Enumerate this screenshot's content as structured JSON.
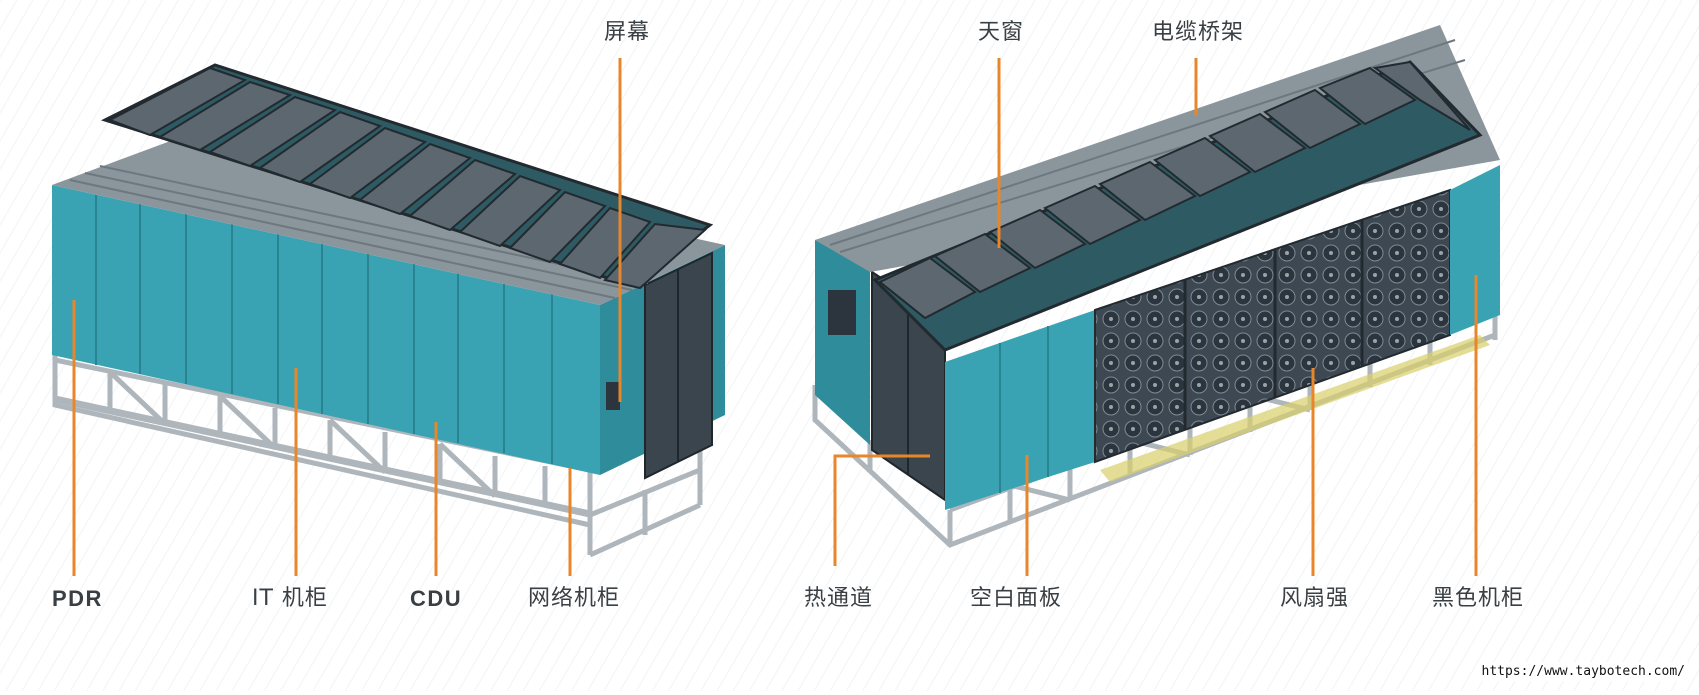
{
  "labels": {
    "pdr": "PDR",
    "it_cabinet": "IT 机柜",
    "cdu": "CDU",
    "network_cabinet": "网络机柜",
    "screen": "屏幕",
    "skylight": "天窗",
    "cable_tray": "电缆桥架",
    "hot_aisle": "热通道",
    "blank_panel": "空白面板",
    "fan_wall": "风扇强",
    "black_cabinet": "黑色机柜"
  },
  "watermark": "https://www.taybotech.com/",
  "colors": {
    "accent_line": "#e8862a",
    "cabinet_teal": "#3aa3b3",
    "cabinet_teal_dark": "#2b8391",
    "roof_dark": "#3c4a55",
    "frame_gray": "#b9c1c7",
    "text": "#3a3f44"
  }
}
